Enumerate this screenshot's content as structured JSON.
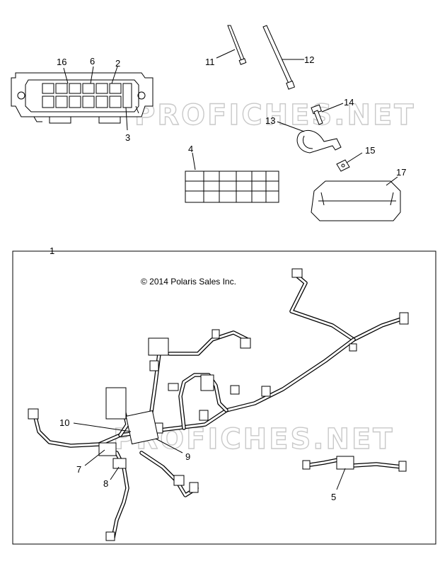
{
  "copyright": "© 2014 Polaris Sales Inc.",
  "watermark": "PROFICHES.NET",
  "callouts": {
    "c1": "1",
    "c2": "2",
    "c3": "3",
    "c4": "4",
    "c5": "5",
    "c6": "6",
    "c7": "7",
    "c8": "8",
    "c9": "9",
    "c10": "10",
    "c11": "11",
    "c12": "12",
    "c13": "13",
    "c14": "14",
    "c15": "15",
    "c16": "16",
    "c17": "17"
  }
}
